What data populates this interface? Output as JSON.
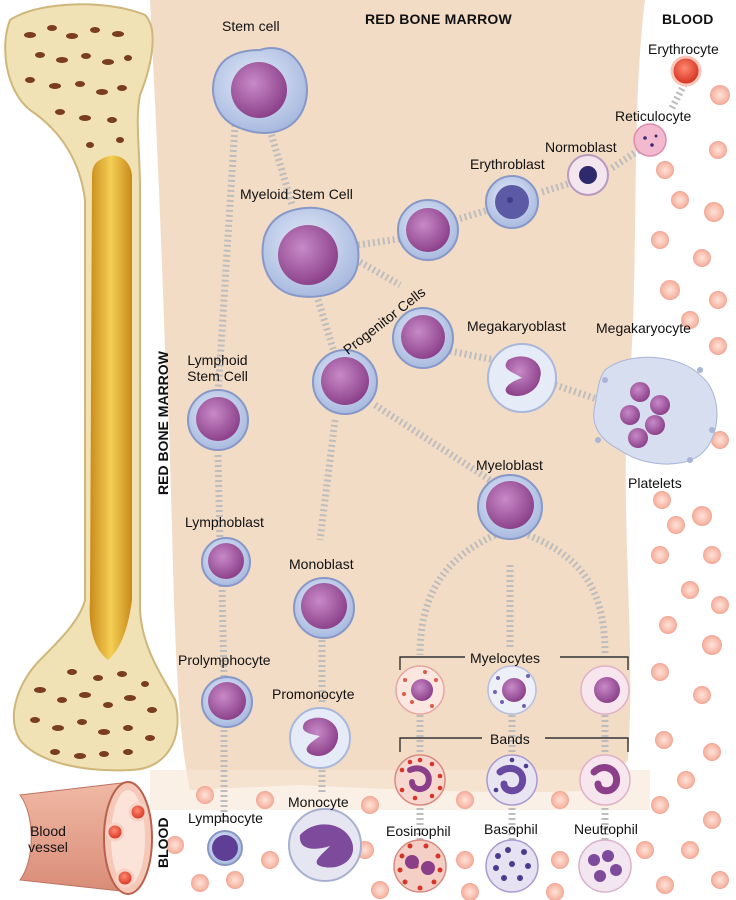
{
  "headers": {
    "marrow_top": "RED BONE MARROW",
    "blood_top": "BLOOD",
    "marrow_side": "RED BONE MARROW",
    "blood_side": "BLOOD"
  },
  "labels": {
    "stem_cell": "Stem cell",
    "myeloid_stem_cell": "Myeloid Stem Cell",
    "progenitor_cells": "Progenitor Cells",
    "lymphoid_stem_cell_line1": "Lymphoid",
    "lymphoid_stem_cell_line2": "Stem Cell",
    "lymphoblast": "Lymphoblast",
    "prolymphocyte": "Prolymphocyte",
    "lymphocyte": "Lymphocyte",
    "monoblast": "Monoblast",
    "promonocyte": "Promonocyte",
    "monocyte": "Monocyte",
    "erythroblast": "Erythroblast",
    "normoblast": "Normoblast",
    "reticulocyte": "Reticulocyte",
    "erythrocyte": "Erythrocyte",
    "megakaryoblast": "Megakaryoblast",
    "megakaryocyte": "Megakaryocyte",
    "platelets": "Platelets",
    "myeloblast": "Myeloblast",
    "myelocytes": "Myelocytes",
    "bands": "Bands",
    "eosinophil": "Eosinophil",
    "basophil": "Basophil",
    "neutrophil": "Neutrophil",
    "blood_vessel_line1": "Blood",
    "blood_vessel_line2": "vessel"
  },
  "colors": {
    "marrow_bg": "#f3dcc6",
    "bone": "#f0e2b4",
    "bone_spots": "#7a3d1f",
    "marrow_yellow": "#e7b73a",
    "nucleus": "#a0569c",
    "cytoplasm": "#c5d3ec",
    "rbc": "#f7b9a8",
    "eosin_granule": "#d8352a",
    "baso_granule": "#4a3b8c"
  }
}
